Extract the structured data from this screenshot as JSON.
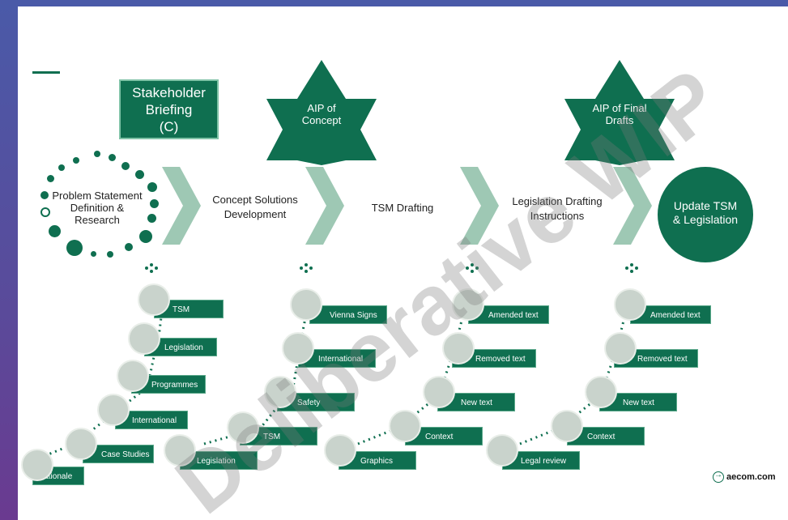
{
  "stakeholder_briefing": {
    "line1": "Stakeholder",
    "line2": "Briefing",
    "line3": "(C)"
  },
  "aip_concept": {
    "line1": "AIP of",
    "line2": "Concept"
  },
  "aip_final": {
    "line1": "AIP of Final",
    "line2": "Drafts"
  },
  "problem_statement": {
    "line1": "Problem Statement",
    "line2": "Definition &",
    "line3": "Research"
  },
  "phases": {
    "concept": {
      "line1": "Concept Solutions",
      "line2": "Development"
    },
    "tsm_drafting": "TSM Drafting",
    "legislation": {
      "line1": "Legislation Drafting",
      "line2": "Instructions"
    }
  },
  "update": {
    "line1": "Update TSM",
    "line2": "& Legislation"
  },
  "branches": {
    "research": [
      "Rationale",
      "Case Studies",
      "International",
      "Programmes",
      "Legislation",
      "TSM"
    ],
    "concept": [
      "Legislation",
      "TSM",
      "Safety",
      "International",
      "Vienna Signs"
    ],
    "tsm": [
      "Graphics",
      "Context",
      "New text",
      "Removed text",
      "Amended text"
    ],
    "legislation": [
      "Legal review",
      "Context",
      "New text",
      "Removed text",
      "Amended text"
    ]
  },
  "watermark": "Deliberative WIP",
  "logo": "aecom.com",
  "colors": {
    "primary": "#0f6f50",
    "chevron": "#9ec8b4",
    "node": "#c9d3cc"
  }
}
